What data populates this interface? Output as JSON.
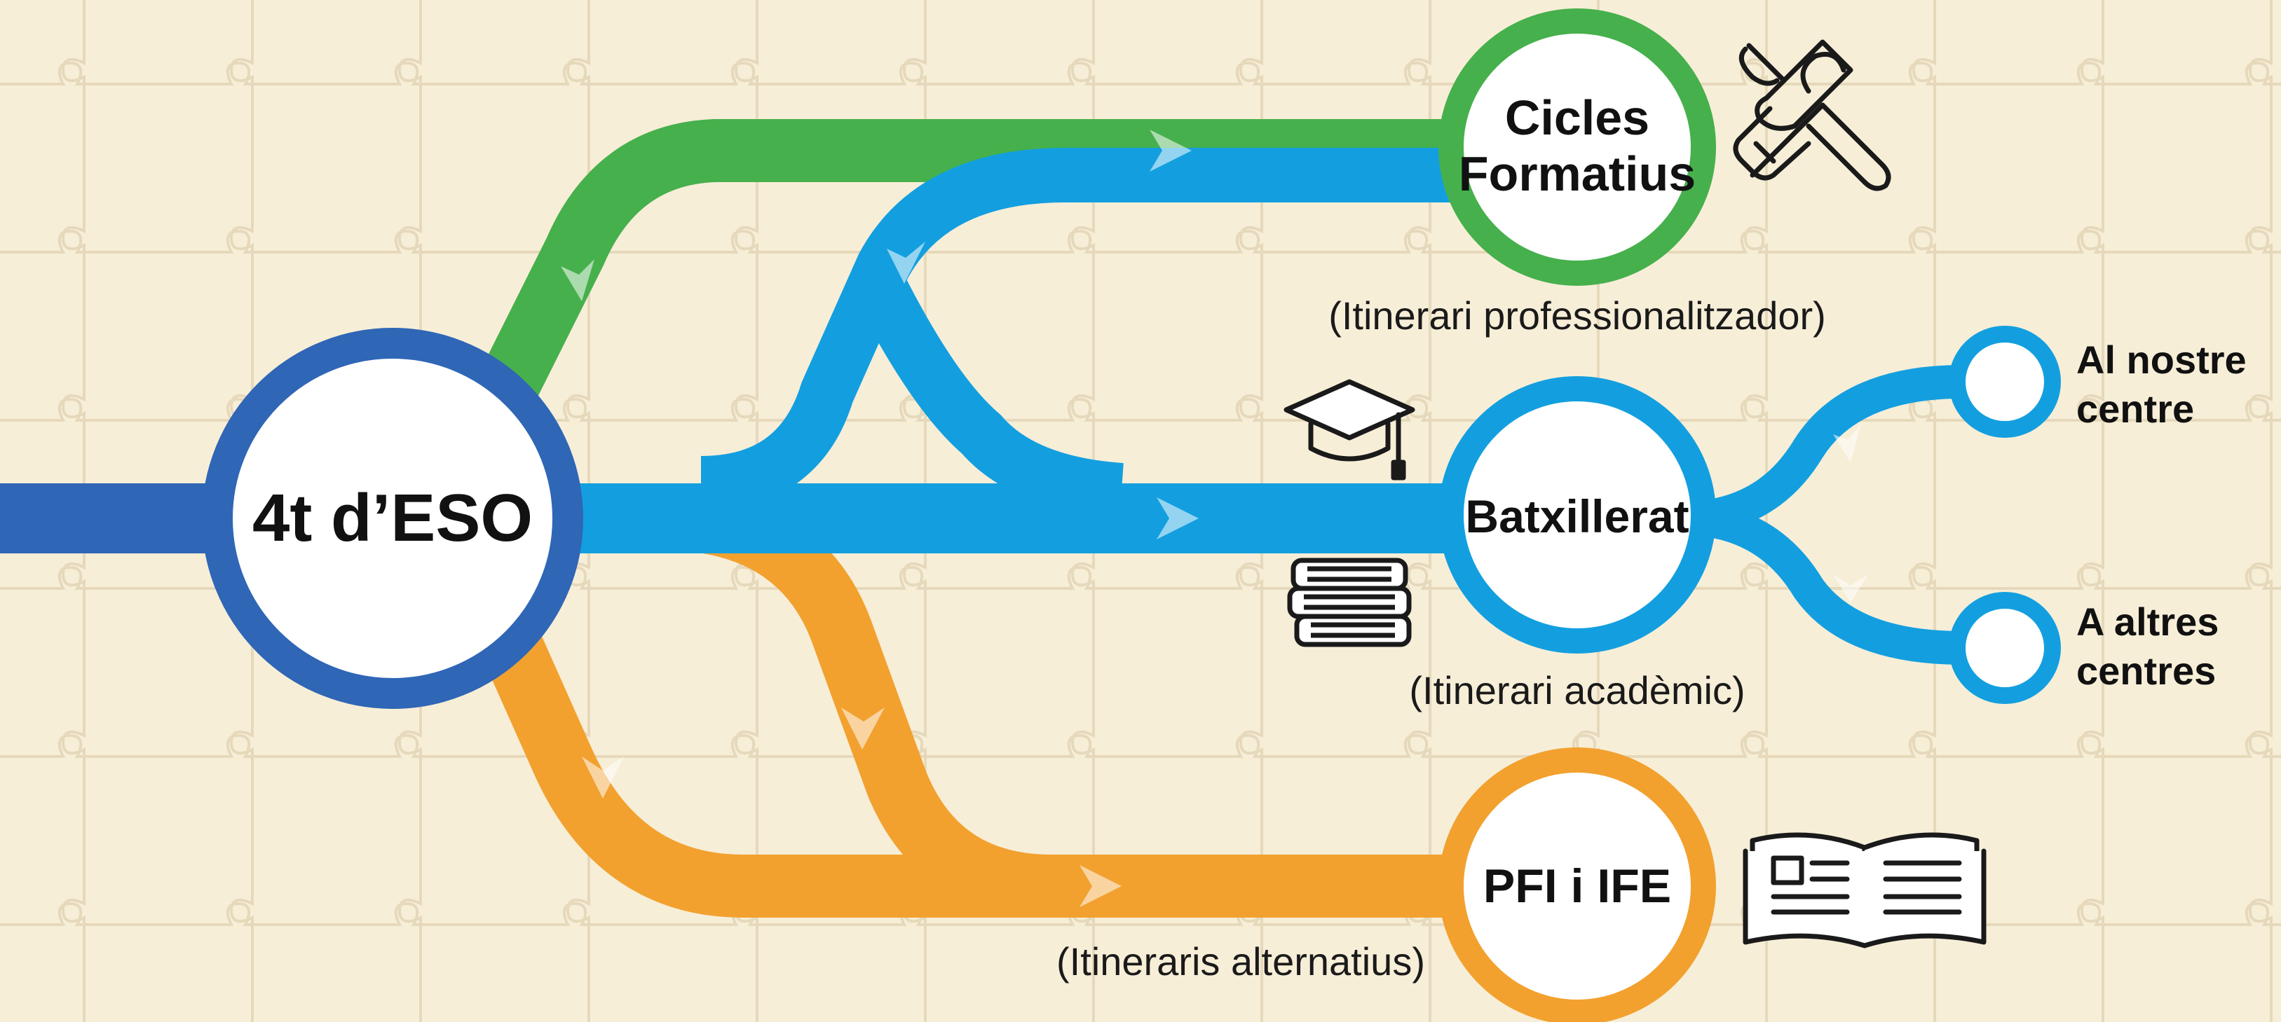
{
  "colors": {
    "background": "#f7eed8",
    "puzzle_lines": "#e8dcc0",
    "blue_dark": "#2f66b6",
    "blue": "#139fdf",
    "green": "#46b04c",
    "orange": "#f2a12f",
    "circle_fill": "#ffffff",
    "text": "#111111"
  },
  "diagram": {
    "start": {
      "label": "4t d’ESO"
    },
    "cicles": {
      "label_line1": "Cicles",
      "label_line2": "Formatius",
      "caption": "(Itinerari professionalitzador)",
      "icon": "tools-icon"
    },
    "batxillerat": {
      "label": "Batxillerat",
      "caption": "(Itinerari acadèmic)",
      "icons": [
        "graduation-cap-icon",
        "books-stack-icon"
      ]
    },
    "pfi": {
      "label": "PFI i IFE",
      "caption": "(Itineraris alternatius)",
      "icon": "open-book-icon"
    },
    "options": [
      {
        "line1": "Al nostre",
        "line2": "centre"
      },
      {
        "line1": "A altres",
        "line2": "centres"
      }
    ]
  }
}
